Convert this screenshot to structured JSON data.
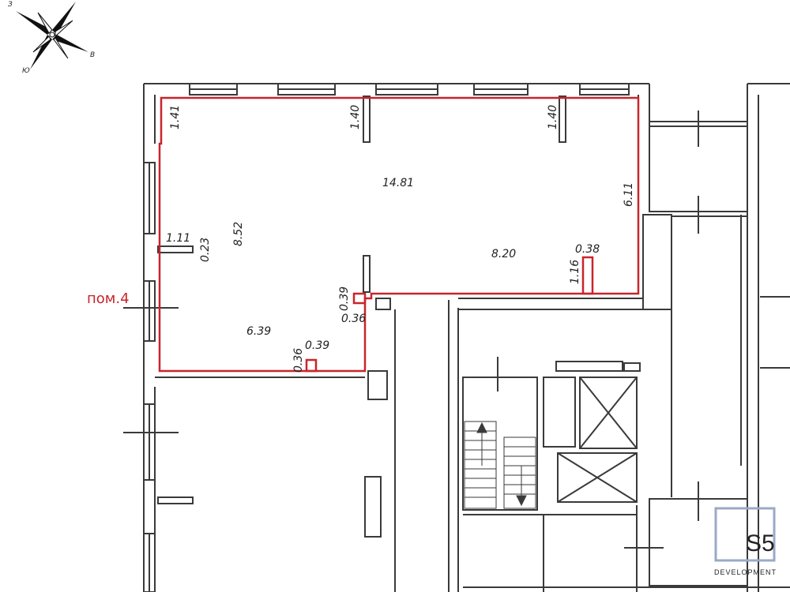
{
  "room": {
    "label": "пом.4",
    "highlight_color": "#c8252c"
  },
  "dimensions": {
    "d_1_41": "1.41",
    "d_1_40_a": "1.40",
    "d_1_40_b": "1.40",
    "d_14_81": "14.81",
    "d_6_11": "6.11",
    "d_1_11": "1.11",
    "d_0_23": "0.23",
    "d_8_52": "8.52",
    "d_8_20": "8.20",
    "d_0_38": "0.38",
    "d_1_16": "1.16",
    "d_0_39_a": "0.39",
    "d_0_36_a": "0.36",
    "d_6_39": "6.39",
    "d_0_36_b": "0.36",
    "d_0_39_b": "0.39"
  },
  "compass": {
    "north": "З",
    "east": "В",
    "south": "Ю",
    "icon": "compass-rose-icon"
  },
  "logo": {
    "mark": "S5",
    "text": "DEVELOPMENT",
    "color": "#9aa9c6"
  },
  "colors": {
    "wall": "#3a3a3a",
    "accent": "#c8252c"
  }
}
